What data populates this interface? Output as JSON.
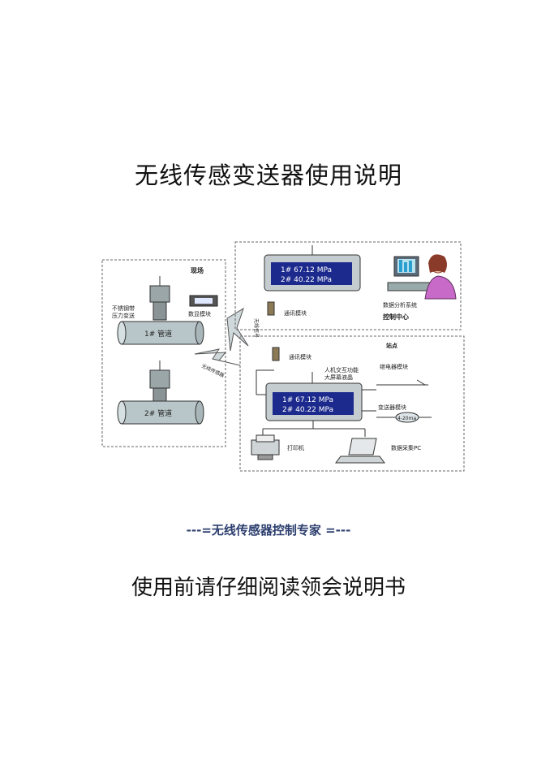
{
  "document": {
    "title": "无线传感变送器使用说明",
    "tagline": "---=无线传感器控制专家  =---",
    "subtitle": "使用前请仔细阅读领会说明书"
  },
  "diagram": {
    "site_label": "现场",
    "transmitter_label": "不锈钢带\n压力变送",
    "display_module_label": "数显模块",
    "pipe1_label": "1# 管道",
    "pipe2_label": "2# 管道",
    "wireless_label": "无线传感器",
    "wireless_label2": "无线信号",
    "control_center_label": "控制中心",
    "analysis_label": "数据分析系统",
    "comm_module_top": "通讯模块",
    "comm_module_mid": "通讯模块",
    "station_label": "站点",
    "lcd_line1": "1# 67.12 MPa",
    "lcd_line2": "2# 40.22 MPa",
    "lcd_line1_b": "1# 67.12 MPa",
    "lcd_line2_b": "2# 40.22 MPa",
    "function_label": "人机交互功能\n大屏幕液晶",
    "relay_label": "继电器模块",
    "analog_label": "变送器模块",
    "current_label": "4-20ma",
    "printer_label": "打印机",
    "pc_label": "数据采集PC"
  }
}
